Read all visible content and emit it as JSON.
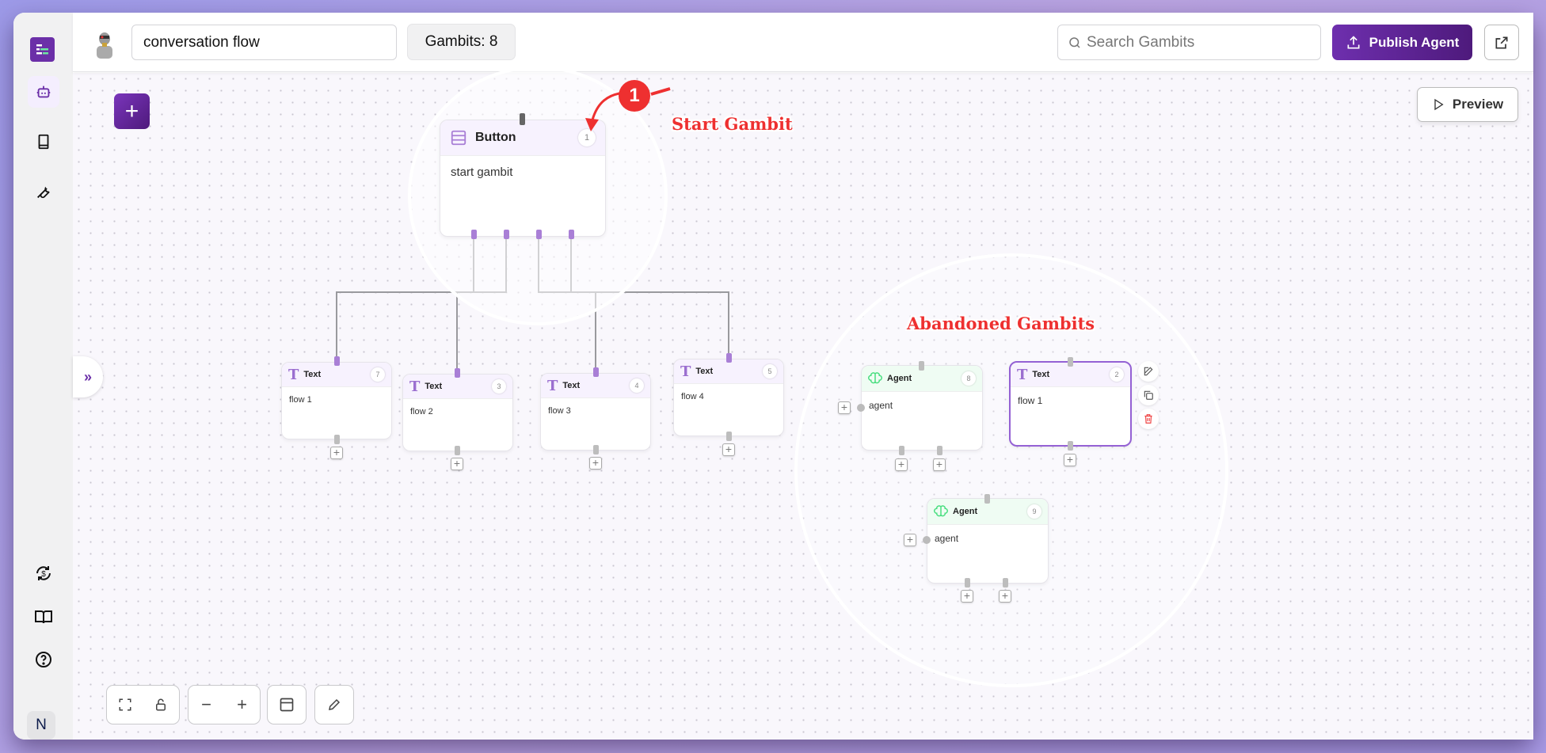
{
  "header": {
    "title_value": "conversation flow",
    "gambits_count": "Gambits: 8",
    "search_placeholder": "Search Gambits",
    "publish_label": "Publish Agent"
  },
  "canvas": {
    "preview_label": "Preview"
  },
  "sidebar": {
    "user_initial": "N"
  },
  "start_node": {
    "type": "Button",
    "number": "1",
    "content": "start gambit"
  },
  "flow_nodes": [
    {
      "type": "Text",
      "number": "7",
      "content": "flow 1"
    },
    {
      "type": "Text",
      "number": "3",
      "content": "flow 2"
    },
    {
      "type": "Text",
      "number": "4",
      "content": "flow 3"
    },
    {
      "type": "Text",
      "number": "5",
      "content": "flow 4"
    }
  ],
  "abandoned_nodes": [
    {
      "type": "Agent",
      "number": "8",
      "content": "agent"
    },
    {
      "type": "Text",
      "number": "2",
      "content": "flow 1"
    },
    {
      "type": "Agent",
      "number": "9",
      "content": "agent"
    }
  ],
  "annotations": {
    "badge": "1",
    "start_label": "Start Gambit",
    "abandoned_label": "Abandoned Gambits"
  },
  "colors": {
    "accent": "#6b2fa8",
    "annotation": "#ee3030",
    "agent_icon": "#4ade80",
    "text_icon": "#9b6fd0"
  }
}
